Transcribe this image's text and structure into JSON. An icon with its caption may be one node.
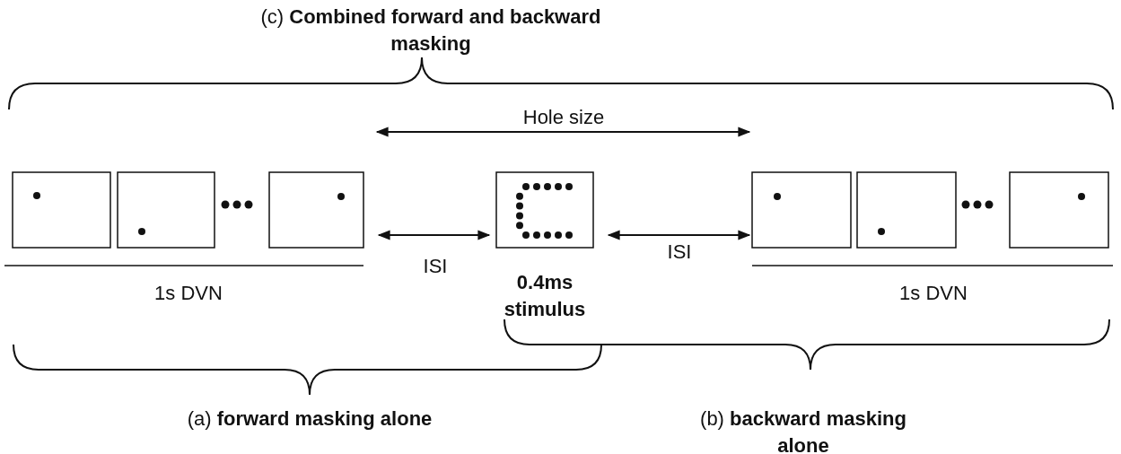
{
  "diagram": {
    "labels": [
      "(c) **Combined forward and backward masking**",
      "Hole size",
      "ISI",
      "ISI",
      "1s DVN",
      "0.4ms stimulus",
      "1s DVN",
      "(a) **forward masking alone**",
      "(b) **backward masking alone**"
    ]
  }
}
